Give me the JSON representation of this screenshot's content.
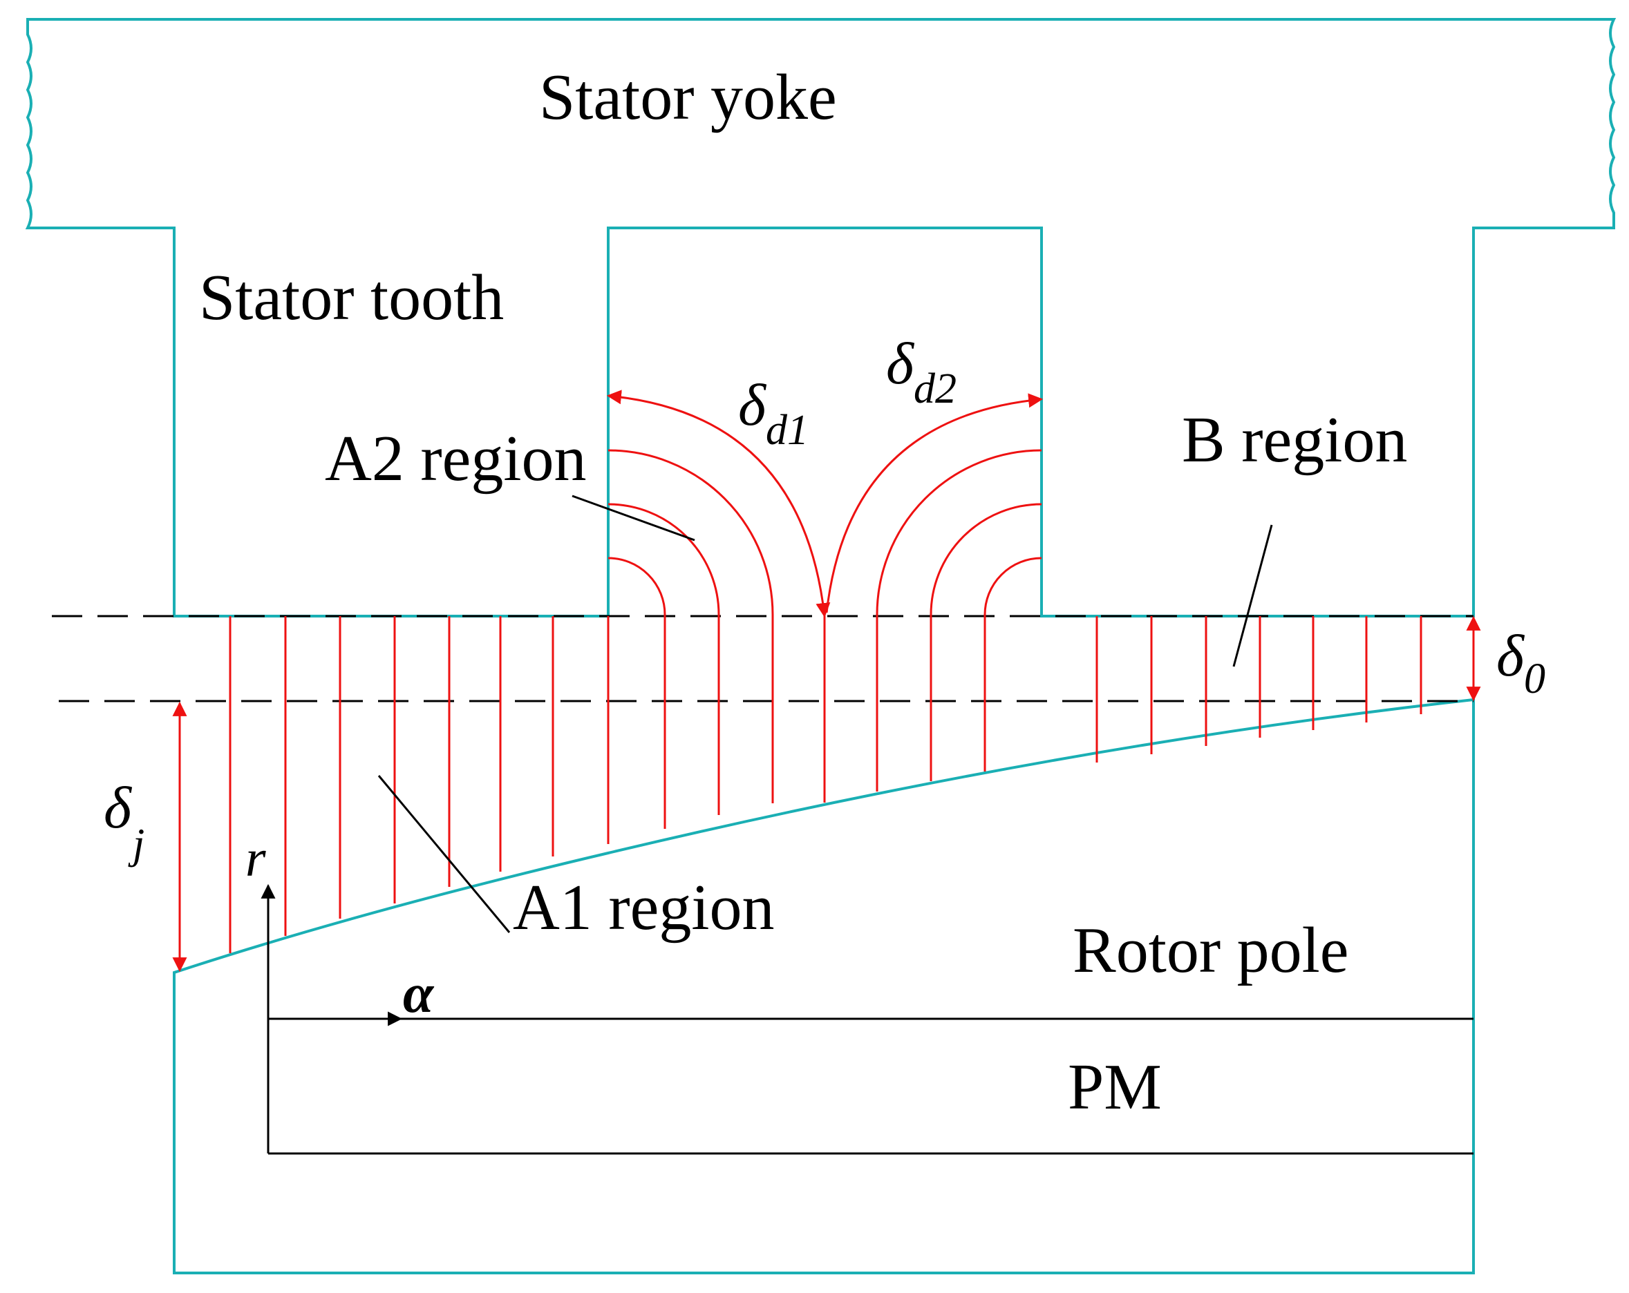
{
  "labels": {
    "stator_yoke": "Stator yoke",
    "stator_tooth": "Stator tooth",
    "a2_region": "A2 region",
    "b_region": "B region",
    "a1_region": "A1 region",
    "rotor_pole": "Rotor pole",
    "pm": "PM"
  },
  "symbols": {
    "delta_d1": {
      "base": "δ",
      "sub": "d1"
    },
    "delta_d2": {
      "base": "δ",
      "sub": "d2"
    },
    "delta_0": {
      "base": "δ",
      "sub": "0"
    },
    "delta_j": {
      "base": "δ",
      "sub": "j"
    }
  },
  "axes": {
    "r": "r",
    "alpha": "α"
  },
  "colors": {
    "outline": "#1aafb4",
    "flux": "#ee1111",
    "text": "#000000"
  }
}
